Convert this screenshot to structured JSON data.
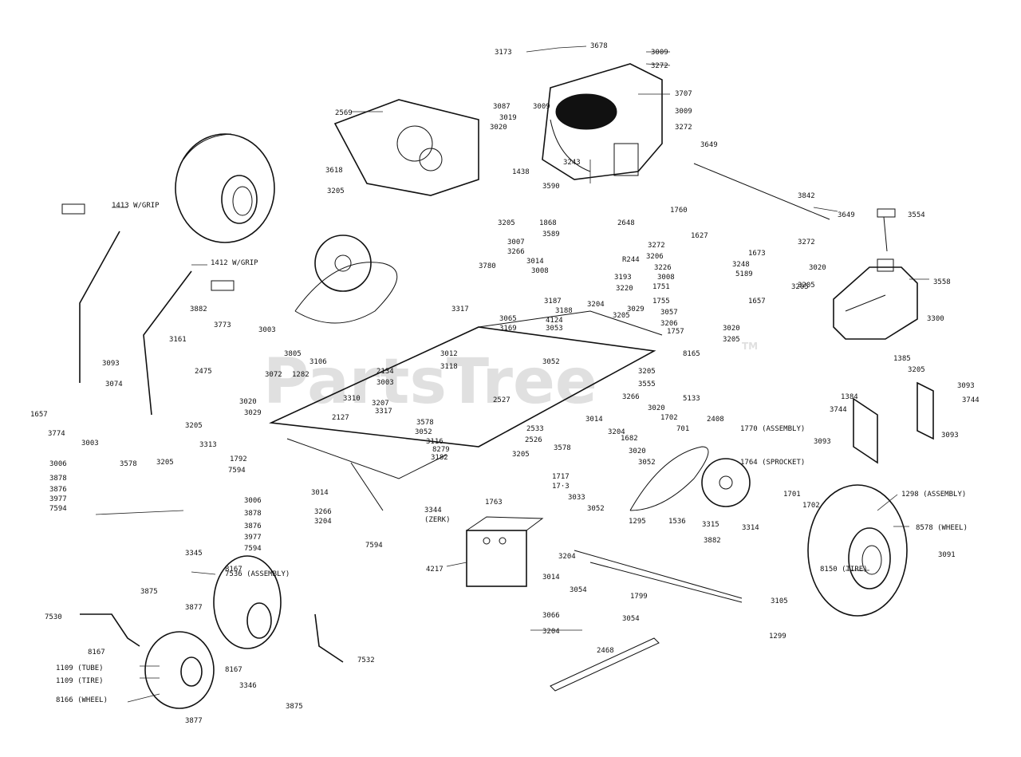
{
  "watermark": {
    "text": "PartsTree",
    "tm": "TM"
  },
  "labels": [
    {
      "id": "3173",
      "t": "3173"
    },
    {
      "id": "3678",
      "t": "3678"
    },
    {
      "id": "3009a",
      "t": "3009"
    },
    {
      "id": "3272a",
      "t": "3272"
    },
    {
      "id": "3707",
      "t": "3707"
    },
    {
      "id": "3009b",
      "t": "3009"
    },
    {
      "id": "3272b",
      "t": "3272"
    },
    {
      "id": "3087",
      "t": "3087"
    },
    {
      "id": "3019",
      "t": "3019"
    },
    {
      "id": "3020a",
      "t": "3020"
    },
    {
      "id": "3009c",
      "t": "3009"
    },
    {
      "id": "2569",
      "t": "2569"
    },
    {
      "id": "1438",
      "t": "1438"
    },
    {
      "id": "3243",
      "t": "3243"
    },
    {
      "id": "3649a",
      "t": "3649"
    },
    {
      "id": "3618",
      "t": "3618"
    },
    {
      "id": "3205a",
      "t": "3205"
    },
    {
      "id": "3590",
      "t": "3590"
    },
    {
      "id": "3205b",
      "t": "3205"
    },
    {
      "id": "1868",
      "t": "1868"
    },
    {
      "id": "3589",
      "t": "3589"
    },
    {
      "id": "2648",
      "t": "2648"
    },
    {
      "id": "1760",
      "t": "1760"
    },
    {
      "id": "1627",
      "t": "1627"
    },
    {
      "id": "3842",
      "t": "3842"
    },
    {
      "id": "3649b",
      "t": "3649"
    },
    {
      "id": "3554",
      "t": "3554"
    },
    {
      "id": "1413",
      "t": "1413 W/GRIP"
    },
    {
      "id": "3007",
      "t": "3007"
    },
    {
      "id": "3266a",
      "t": "3266"
    },
    {
      "id": "3014a",
      "t": "3014"
    },
    {
      "id": "3008a",
      "t": "3008"
    },
    {
      "id": "3272c",
      "t": "3272"
    },
    {
      "id": "3206a",
      "t": "3206"
    },
    {
      "id": "R244",
      "t": "R244"
    },
    {
      "id": "3272d",
      "t": "3272"
    },
    {
      "id": "1673",
      "t": "1673"
    },
    {
      "id": "3020b",
      "t": "3020"
    },
    {
      "id": "3205c",
      "t": "3205"
    },
    {
      "id": "1412",
      "t": "1412 W/GRIP"
    },
    {
      "id": "3780",
      "t": "3780"
    },
    {
      "id": "3226",
      "t": "3226"
    },
    {
      "id": "3248",
      "t": "3248"
    },
    {
      "id": "5189",
      "t": "5189"
    },
    {
      "id": "3193",
      "t": "3193"
    },
    {
      "id": "3008b",
      "t": "3008"
    },
    {
      "id": "1751",
      "t": "1751"
    },
    {
      "id": "3220",
      "t": "3220"
    },
    {
      "id": "3205d",
      "t": "3205"
    },
    {
      "id": "3558",
      "t": "3558"
    },
    {
      "id": "3882a",
      "t": "3882"
    },
    {
      "id": "3187",
      "t": "3187"
    },
    {
      "id": "3204a",
      "t": "3204"
    },
    {
      "id": "1755",
      "t": "1755"
    },
    {
      "id": "1657a",
      "t": "1657"
    },
    {
      "id": "3317",
      "t": "3317"
    },
    {
      "id": "3188",
      "t": "3188"
    },
    {
      "id": "3029a",
      "t": "3029"
    },
    {
      "id": "3057",
      "t": "3057"
    },
    {
      "id": "3205e",
      "t": "3205"
    },
    {
      "id": "3773",
      "t": "3773"
    },
    {
      "id": "3065",
      "t": "3065"
    },
    {
      "id": "4124",
      "t": "4124"
    },
    {
      "id": "3206b",
      "t": "3206"
    },
    {
      "id": "3300",
      "t": "3300"
    },
    {
      "id": "3003a",
      "t": "3003"
    },
    {
      "id": "3161",
      "t": "3161"
    },
    {
      "id": "3169",
      "t": "3169"
    },
    {
      "id": "3053a",
      "t": "3053"
    },
    {
      "id": "1757",
      "t": "1757"
    },
    {
      "id": "3020c",
      "t": "3020"
    },
    {
      "id": "3205f",
      "t": "3205"
    },
    {
      "id": "3805",
      "t": "3805"
    },
    {
      "id": "3012",
      "t": "3012"
    },
    {
      "id": "8165",
      "t": "8165"
    },
    {
      "id": "1385",
      "t": "1385"
    },
    {
      "id": "3106",
      "t": "3106"
    },
    {
      "id": "3052a",
      "t": "3052"
    },
    {
      "id": "3093a",
      "t": "3093"
    },
    {
      "id": "3118",
      "t": "3118"
    },
    {
      "id": "2134",
      "t": "2134"
    },
    {
      "id": "3205g",
      "t": "3205"
    },
    {
      "id": "3205h",
      "t": "3205"
    },
    {
      "id": "3072",
      "t": "3072"
    },
    {
      "id": "1282",
      "t": "1282"
    },
    {
      "id": "2475",
      "t": "2475"
    },
    {
      "id": "3003b",
      "t": "3003"
    },
    {
      "id": "3555",
      "t": "3555"
    },
    {
      "id": "3074",
      "t": "3074"
    },
    {
      "id": "3093b",
      "t": "3093"
    },
    {
      "id": "3310",
      "t": "3310"
    },
    {
      "id": "3020d",
      "t": "3020"
    },
    {
      "id": "2527",
      "t": "2527"
    },
    {
      "id": "3266b",
      "t": "3266"
    },
    {
      "id": "5133",
      "t": "5133"
    },
    {
      "id": "1384",
      "t": "1384"
    },
    {
      "id": "3744a",
      "t": "3744"
    },
    {
      "id": "1657b",
      "t": "1657"
    },
    {
      "id": "3029b",
      "t": "3029"
    },
    {
      "id": "3207",
      "t": "3207"
    },
    {
      "id": "3020e",
      "t": "3020"
    },
    {
      "id": "3744b",
      "t": "3744"
    },
    {
      "id": "3774",
      "t": "3774"
    },
    {
      "id": "2127",
      "t": "2127"
    },
    {
      "id": "3317b",
      "t": "3317"
    },
    {
      "id": "3578a",
      "t": "3578"
    },
    {
      "id": "2533",
      "t": "2533"
    },
    {
      "id": "3014b",
      "t": "3014"
    },
    {
      "id": "1702a",
      "t": "1702"
    },
    {
      "id": "2408",
      "t": "2408"
    },
    {
      "id": "3205i",
      "t": "3205"
    },
    {
      "id": "3003c",
      "t": "3003"
    },
    {
      "id": "3052b",
      "t": "3052"
    },
    {
      "id": "3204b",
      "t": "3204"
    },
    {
      "id": "1770",
      "t": "1770 (ASSEMBLY)"
    },
    {
      "id": "3093c",
      "t": "3093"
    },
    {
      "id": "3093d",
      "t": "3093"
    },
    {
      "id": "3116",
      "t": "3116"
    },
    {
      "id": "2526",
      "t": "2526"
    },
    {
      "id": "1682",
      "t": "1682"
    },
    {
      "id": "701",
      "t": "701"
    },
    {
      "id": "3313",
      "t": "3313"
    },
    {
      "id": "8279",
      "t": "8279"
    },
    {
      "id": "3578b",
      "t": "3578"
    },
    {
      "id": "3205j",
      "t": "3205"
    },
    {
      "id": "3578c",
      "t": "3578"
    },
    {
      "id": "3205k",
      "t": "3205"
    },
    {
      "id": "3182",
      "t": "3182"
    },
    {
      "id": "3020f",
      "t": "3020"
    },
    {
      "id": "3052c",
      "t": "3052"
    },
    {
      "id": "1764",
      "t": "1764 (SPROCKET)"
    },
    {
      "id": "1792",
      "t": "1792"
    },
    {
      "id": "3006a",
      "t": "3006"
    },
    {
      "id": "7594a",
      "t": "7594"
    },
    {
      "id": "3878a",
      "t": "3878"
    },
    {
      "id": "3014c",
      "t": "3014"
    },
    {
      "id": "1717",
      "t": "1717"
    },
    {
      "id": "3876a",
      "t": "3876"
    },
    {
      "id": "1713",
      "t": "17·3"
    },
    {
      "id": "3033",
      "t": "3033"
    },
    {
      "id": "3977a",
      "t": "3977"
    },
    {
      "id": "3006b",
      "t": "3006"
    },
    {
      "id": "1763",
      "t": "1763"
    },
    {
      "id": "3052d",
      "t": "3052"
    },
    {
      "id": "1701",
      "t": "1701"
    },
    {
      "id": "1702b",
      "t": "1702"
    },
    {
      "id": "1298",
      "t": "1298 (ASSEMBLY)"
    },
    {
      "id": "7594b",
      "t": "7594"
    },
    {
      "id": "3878b",
      "t": "3878"
    },
    {
      "id": "3266c",
      "t": "3266"
    },
    {
      "id": "3344",
      "t": "3344"
    },
    {
      "id": "zerk",
      "t": "(ZERK)"
    },
    {
      "id": "3315",
      "t": "3315"
    },
    {
      "id": "3314",
      "t": "3314"
    },
    {
      "id": "8578",
      "t": "8578 (WHEEL)"
    },
    {
      "id": "3204c",
      "t": "3204"
    },
    {
      "id": "3876b",
      "t": "3876"
    },
    {
      "id": "1536",
      "t": "1536"
    },
    {
      "id": "1295",
      "t": "1295"
    },
    {
      "id": "3977b",
      "t": "3977"
    },
    {
      "id": "7594c",
      "t": "7594"
    },
    {
      "id": "7594d",
      "t": "7594"
    },
    {
      "id": "3882b",
      "t": "3882"
    },
    {
      "id": "3345a",
      "t": "3345"
    },
    {
      "id": "4217",
      "t": "4217"
    },
    {
      "id": "3204d",
      "t": "3204"
    },
    {
      "id": "8167a",
      "t": "8167"
    },
    {
      "id": "7536",
      "t": "7536 (ASSEMBLY)"
    },
    {
      "id": "3014d",
      "t": "3014"
    },
    {
      "id": "8150",
      "t": "8150 (TIRE)"
    },
    {
      "id": "3091",
      "t": "3091"
    },
    {
      "id": "3875a",
      "t": "3875"
    },
    {
      "id": "3877a",
      "t": "3877"
    },
    {
      "id": "3054a",
      "t": "3054"
    },
    {
      "id": "1799",
      "t": "1799"
    },
    {
      "id": "3105",
      "t": "3105"
    },
    {
      "id": "7530",
      "t": "7530"
    },
    {
      "id": "3066",
      "t": "3066"
    },
    {
      "id": "3204e",
      "t": "3204"
    },
    {
      "id": "3054b",
      "t": "3054"
    },
    {
      "id": "1299",
      "t": "1299"
    },
    {
      "id": "8167b",
      "t": "8167"
    },
    {
      "id": "7532",
      "t": "7532"
    },
    {
      "id": "2468",
      "t": "2468"
    },
    {
      "id": "1109a",
      "t": "1109 (TUBE)"
    },
    {
      "id": "8167c",
      "t": "8167"
    },
    {
      "id": "1109b",
      "t": "1109 (TIRE)"
    },
    {
      "id": "3346",
      "t": "3346"
    },
    {
      "id": "8166",
      "t": "8166 (WHEEL)"
    },
    {
      "id": "3877b",
      "t": "3877"
    },
    {
      "id": "3875b",
      "t": "3875"
    }
  ]
}
